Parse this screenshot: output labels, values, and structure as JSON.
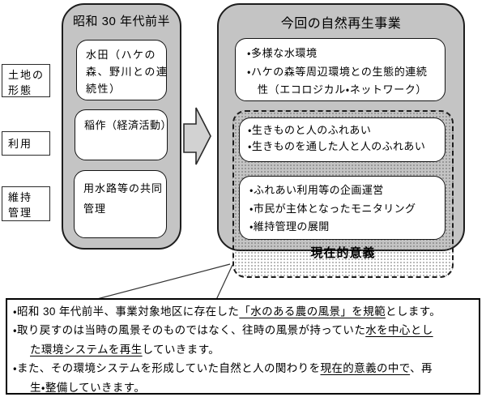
{
  "left_labels": [
    {
      "name": "land-form",
      "lines": [
        "土地の",
        "形態"
      ]
    },
    {
      "name": "use",
      "lines": [
        "利用"
      ]
    },
    {
      "name": "maintenance",
      "lines": [
        "維持",
        "管理"
      ]
    }
  ],
  "past_panel": {
    "title": "昭和 30 年代前半",
    "boxes": [
      {
        "lines": [
          "水田（ハケの",
          "森、野川との連",
          "続性）"
        ]
      },
      {
        "lines": [
          "稲作（経済活動）"
        ]
      },
      {
        "lines": [
          "用水路等の共同",
          "管理"
        ]
      }
    ]
  },
  "present_panel": {
    "title": "今回の自然再生事業",
    "nature_box": {
      "lines": [
        "・多様な水環境",
        "・ハケの森等周辺環境との生態的連続",
        "性（エコロジカル・ネットワーク）"
      ]
    },
    "significance_group": {
      "label": "現在的意義",
      "boxes": [
        {
          "lines": [
            "・生きものと人のふれあい",
            "・生きものを通した人と人のふれあい"
          ]
        },
        {
          "lines": [
            "・ふれあい利用等の企画運営",
            "・市民が主体となったモニタリング",
            "・維持管理の展開"
          ]
        }
      ]
    }
  },
  "bottom_note": {
    "lines": [
      [
        {
          "t": "・昭和 30 年代前半、事業対象地区に存在した"
        },
        {
          "t": "「水のある農の風景」を規範",
          "u": true
        },
        {
          "t": "とします。"
        }
      ],
      [
        {
          "t": "・取り戻すのは当時の風景そのものではなく、往時の風景が持っていた"
        },
        {
          "t": "水を中心とし",
          "u": true
        }
      ],
      [
        {
          "t": "た環境システムを再生",
          "u": true
        },
        {
          "t": "していきます。"
        }
      ],
      [
        {
          "t": "・また、その環境システムを形成していた自然と人の関わりを"
        },
        {
          "t": "現在的意義の中で",
          "u": true
        },
        {
          "t": "、再"
        }
      ],
      [
        {
          "t": "生・整備していきます。"
        }
      ]
    ]
  },
  "colors": {
    "panel_gray": "#c4c4c4",
    "arrow_gray": "#d2d2d2",
    "box_white": "#ffffff",
    "border_dark": "#1d1d1d",
    "line_dark": "#333333",
    "text": "#000000"
  }
}
